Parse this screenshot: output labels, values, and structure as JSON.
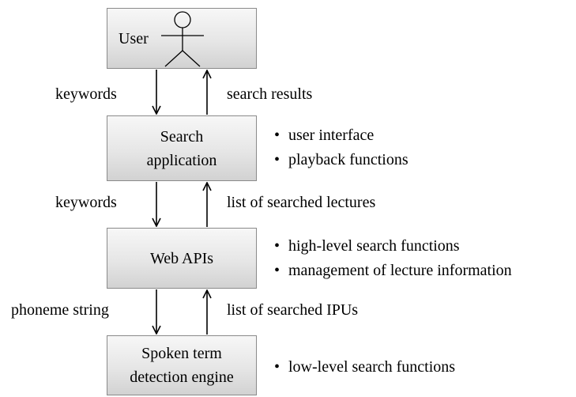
{
  "boxes": {
    "user": {
      "label": "User"
    },
    "search_app": {
      "line1": "Search",
      "line2": "application"
    },
    "web_apis": {
      "label": "Web APIs"
    },
    "std_engine": {
      "line1": "Spoken term",
      "line2": "detection engine"
    }
  },
  "arrow_labels": {
    "user_down": "keywords",
    "user_up": "search results",
    "app_down": "keywords",
    "app_up": "list of searched lectures",
    "api_down": "phoneme string",
    "api_up": "list of searched IPUs"
  },
  "notes": {
    "bullet": "•",
    "search_app": [
      "user interface",
      "playback functions"
    ],
    "web_apis": [
      "high-level search functions",
      "management of lecture information"
    ],
    "std_engine": [
      "low-level search functions"
    ]
  },
  "icons": {
    "user_figure": "stick-figure-icon"
  }
}
